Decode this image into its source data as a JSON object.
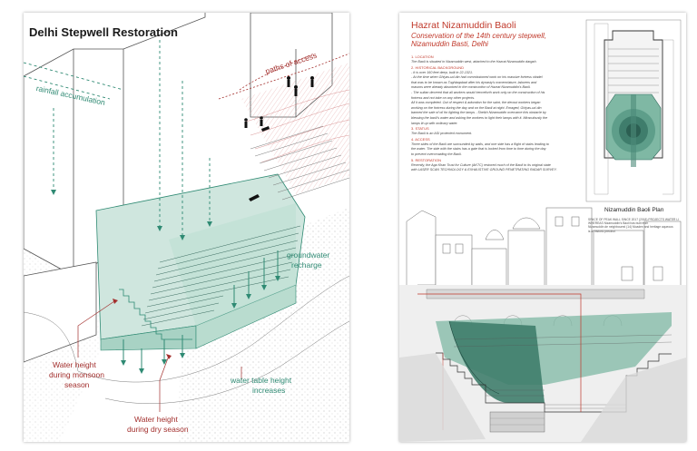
{
  "left": {
    "title": "Delhi Stepwell Restoration",
    "labels": {
      "rainfall": "rainfall accumulation",
      "paths": "paths of access",
      "groundwater_1": "groundwater",
      "groundwater_2": "recharge",
      "monsoon_1": "Water height",
      "monsoon_2": "during monsoon",
      "monsoon_3": "season",
      "water_table_1": "water table height",
      "water_table_2": "increases",
      "dry_1": "Water height",
      "dry_2": "during dry season"
    },
    "colors": {
      "teal": "#2f8a73",
      "water": "#cfe6de",
      "red": "#a3302e"
    }
  },
  "right": {
    "title": "Hazrat Nizamuddin Baoli",
    "subtitle_1": "Conservation of the 14th century stepwell,",
    "subtitle_2": "Nizamuddin Basti, Delhi",
    "body": [
      {
        "head": "1. LOCATION"
      },
      {
        "text": "The Baoli is situated in Nizamuddin west, attached to the Hazrat Nizamuddin dargah."
      },
      {
        "head": "2. HISTORICAL BACKGROUND"
      },
      {
        "text": "- It is over 160 feet deep, built in 22-1321."
      },
      {
        "text": "- At the time when Ghiyas-ud-din had commissioned work on his massive fortress citadel"
      },
      {
        "text": "that was to be known as Tughlaqabad after his dynasty's nomenclature, laborers and"
      },
      {
        "text": "masons were already absorbed in the construction of Hazrat Nizamuddin's Baoli."
      },
      {
        "text": "- The sultan decreed that all workers would henceforth work only on the construction of his"
      },
      {
        "text": "fortress and not take on any other projects."
      },
      {
        "text": "All it was completed. Out of respect & adoration for the saint, the devout workers began"
      },
      {
        "text": "working on the fortress during the day and on the Baoli at night. Enraged, Ghiyas-ud-din"
      },
      {
        "text": "banned the sale of oil for lighting the lamps - Sheikh Nizamuddin overcame this obstacle by"
      },
      {
        "text": "blessing the baoli's water and asking the workers to light their lamps with it. Miraculously the"
      },
      {
        "text": "lamps lit up with ordinary water."
      },
      {
        "head": "3. STATUS"
      },
      {
        "text": "The Baoli is an ASI protected monument."
      },
      {
        "head": "4. ACCESS"
      },
      {
        "text": "Three sides of the Baoli are surrounded by walls, and one side has a flight of stairs leading to"
      },
      {
        "text": "the water. The side with the stairs has a gate that is locked from time to time during the day"
      },
      {
        "text": "to prevent overcrowding the Baoli."
      },
      {
        "head": "5. RESTORATION"
      },
      {
        "text": "Recently, the Aga Khan Trust for Culture (AKTC) restored much of the Baoli to its original state"
      },
      {
        "text": "with LASER SCAN TECHNOLOGY & EXHAUSTIVE GROUND PENETRATING RADAR SURVEY."
      }
    ],
    "plan_label": "Nizamuddin Baoli Plan",
    "plan_caption": [
      "SPACE OF PEAK WALL SINCE 2017 (2018) PROJECTS WATER LI",
      "WHEREAS Nizamuddin's Baoli has built from",
      "Nizamuddin de neighboured (14) Moaden and heritage aqueous",
      "is of historic precinct"
    ],
    "colors": {
      "title": "#c0392b",
      "water": "#7fb8a4",
      "deep_water": "#3f7d6c"
    }
  }
}
